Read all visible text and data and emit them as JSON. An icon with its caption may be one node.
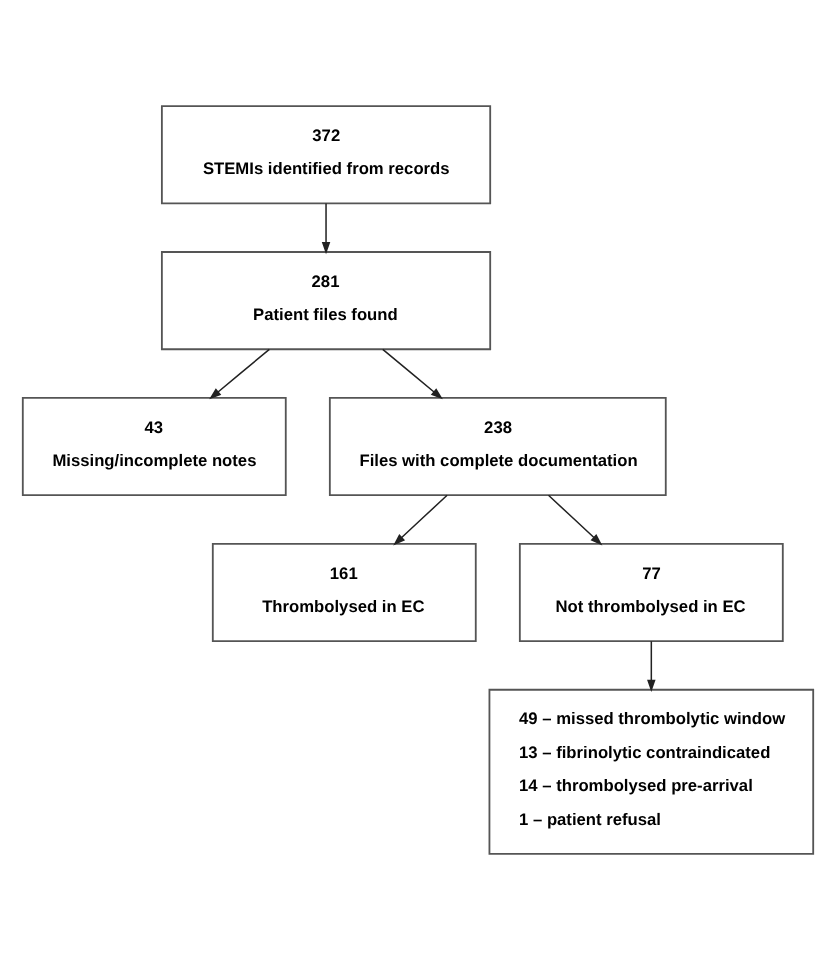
{
  "diagram": {
    "nodes": [
      {
        "text": [
          "372",
          "STEMIs identified from records"
        ]
      },
      {
        "text": [
          "281",
          "Patient files found"
        ]
      },
      {
        "text": [
          "43",
          "Missing/incomplete notes"
        ]
      },
      {
        "text": [
          "238",
          "Files with complete documentation"
        ]
      },
      {
        "text": [
          "161",
          "Thrombolysed in EC"
        ]
      },
      {
        "text": [
          "77",
          "Not thrombolysed in EC"
        ]
      },
      {
        "text": [
          "49 – missed thrombolytic window",
          "13 – fibrinolytic contraindicated",
          "14 – thrombolysed pre-arrival",
          "1 – patient refusal"
        ]
      }
    ],
    "edges": [
      {
        "from": 0,
        "to": 1,
        "arrow": "to"
      },
      {
        "from": 1,
        "to": 2,
        "arrow": "to"
      },
      {
        "from": 1,
        "to": 3,
        "arrow": "to"
      },
      {
        "from": 3,
        "to": 4,
        "arrow": "to"
      },
      {
        "from": 3,
        "to": 5,
        "arrow": "to"
      },
      {
        "from": 5,
        "to": 6,
        "arrow": "to"
      }
    ]
  }
}
